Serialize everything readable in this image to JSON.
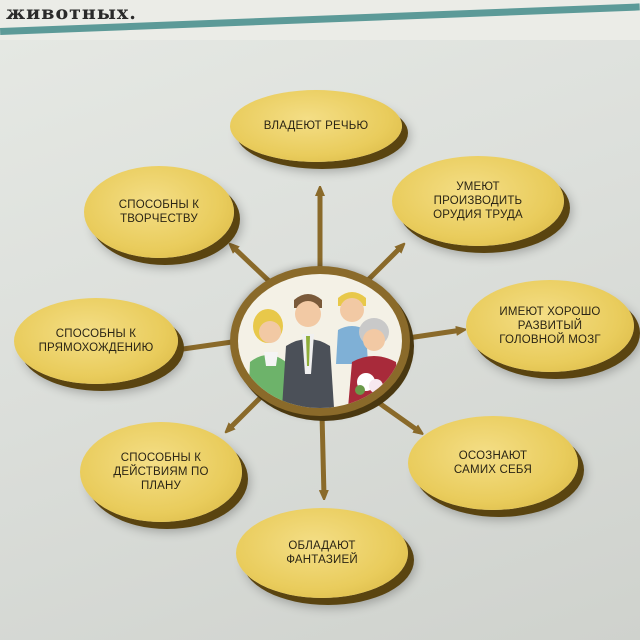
{
  "header": {
    "text": "животных."
  },
  "diagram": {
    "center": {
      "image": "family-illustration"
    },
    "nodes": [
      {
        "id": "speech",
        "label": "ВЛАДЕЮТ РЕЧЬЮ"
      },
      {
        "id": "tools",
        "label": "УМЕЮТ\nПРОИЗВОДИТЬ\nОРУДИЯ ТРУДА"
      },
      {
        "id": "brain",
        "label": "ИМЕЮТ ХОРОШО\nРАЗВИТЫЙ\nГОЛОВНОЙ МОЗГ"
      },
      {
        "id": "self",
        "label": "ОСОЗНАЮТ\nСАМИХ СЕБЯ"
      },
      {
        "id": "fantasy",
        "label": "ОБЛАДАЮТ\nФАНТАЗИЕЙ"
      },
      {
        "id": "plan",
        "label": "СПОСОБНЫ К\nДЕЙСТВИЯМ ПО\nПЛАНУ"
      },
      {
        "id": "upright",
        "label": "СПОСОБНЫ К\nПРЯМОХОЖДЕНИЮ"
      },
      {
        "id": "creative",
        "label": "СПОСОБНЫ К\nТВОРЧЕСТВУ"
      }
    ]
  },
  "colors": {
    "oval_fill": "#e9cc5c",
    "oval_shadow": "#5a4410",
    "arrow": "#8a6a2a",
    "teal_rule": "#5c9a98"
  }
}
